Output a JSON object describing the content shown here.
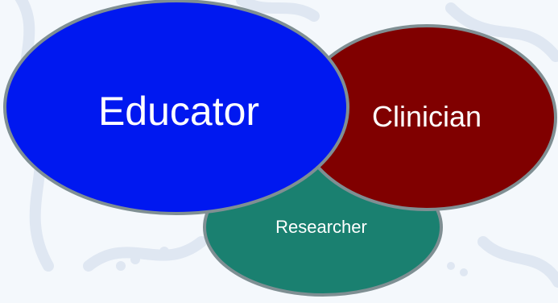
{
  "colors": {
    "educator": "#0018f0",
    "clinician": "#800000",
    "researcher": "#1a8070",
    "outline": "#7f8f93",
    "text": "#ffffff",
    "watermark": "#dfe7f2"
  },
  "roles": {
    "educator": "Educator",
    "clinician": "Clinician",
    "researcher": "Researcher"
  }
}
